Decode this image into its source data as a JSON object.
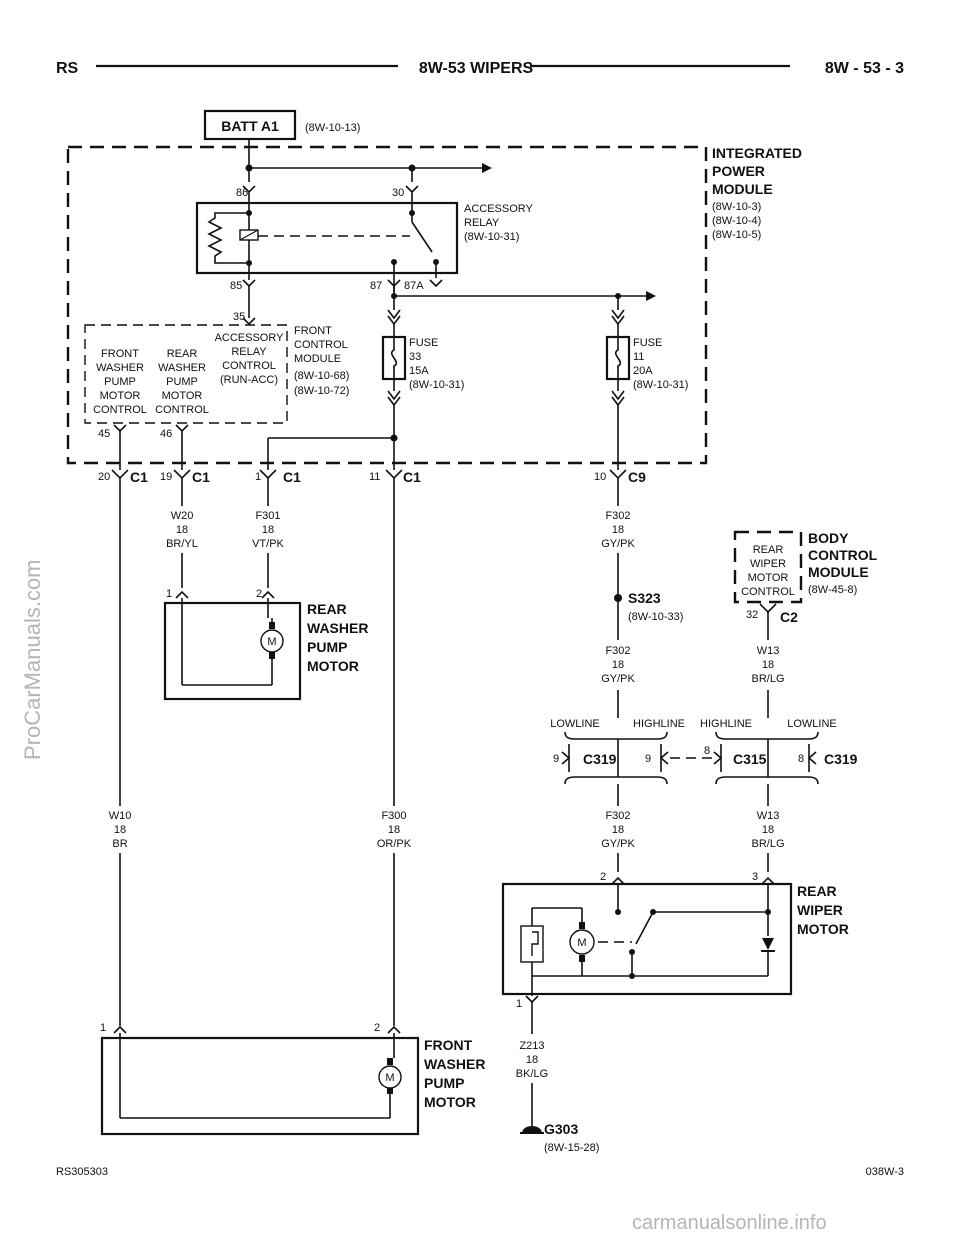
{
  "header": {
    "left": "RS",
    "center": "8W-53 WIPERS",
    "right": "8W - 53 - 3"
  },
  "footer": {
    "left": "RS305303",
    "right": "038W-3"
  },
  "watermarks": {
    "left": "ProCarManuals.com",
    "bottom": "carmanualsonline.info"
  },
  "batt": {
    "label": "BATT A1",
    "ref": "(8W-10-13)"
  },
  "ipm": {
    "name1": "INTEGRATED",
    "name2": "POWER",
    "name3": "MODULE",
    "ref1": "(8W-10-3)",
    "ref2": "(8W-10-4)",
    "ref3": "(8W-10-5)"
  },
  "relay": {
    "name1": "ACCESSORY",
    "name2": "RELAY",
    "ref": "(8W-10-31)",
    "pin86": "86",
    "pin30": "30",
    "pin85": "85",
    "pin87": "87",
    "pin87a": "87A"
  },
  "fcm": {
    "name1": "FRONT",
    "name2": "CONTROL",
    "name3": "MODULE",
    "ref1": "(8W-10-68)",
    "ref2": "(8W-10-72)",
    "pin35": "35",
    "acc": [
      "ACCESSORY",
      "RELAY",
      "CONTROL",
      "(RUN-ACC)"
    ],
    "fw": [
      "FRONT",
      "WASHER",
      "PUMP",
      "MOTOR",
      "CONTROL"
    ],
    "rw": [
      "REAR",
      "WASHER",
      "PUMP",
      "MOTOR",
      "CONTROL"
    ],
    "pin45": "45",
    "pin46": "46"
  },
  "fuse33": [
    "FUSE",
    "33",
    "15A",
    "(8W-10-31)"
  ],
  "fuse11": [
    "FUSE",
    "11",
    "20A",
    "(8W-10-31)"
  ],
  "connectors": {
    "c1a": {
      "pin": "20",
      "name": "C1"
    },
    "c1b": {
      "pin": "19",
      "name": "C1"
    },
    "c1c": {
      "pin": "1",
      "name": "C1"
    },
    "c1d": {
      "pin": "11",
      "name": "C1"
    },
    "c9": {
      "pin": "10",
      "name": "C9"
    },
    "c2": {
      "pin": "32",
      "name": "C2"
    },
    "c319a": {
      "pin1": "9",
      "name": "C319",
      "pin2": "9"
    },
    "c315": {
      "pin": "8",
      "name": "C315"
    },
    "c319b": {
      "pin": "8",
      "name": "C319"
    }
  },
  "wires": {
    "w20": [
      "W20",
      "18",
      "BR/YL"
    ],
    "f301": [
      "F301",
      "18",
      "VT/PK"
    ],
    "f302a": [
      "F302",
      "18",
      "GY/PK"
    ],
    "f302b": [
      "F302",
      "18",
      "GY/PK"
    ],
    "f302c": [
      "F302",
      "18",
      "GY/PK"
    ],
    "w13a": [
      "W13",
      "18",
      "BR/LG"
    ],
    "w13b": [
      "W13",
      "18",
      "BR/LG"
    ],
    "w10": [
      "W10",
      "18",
      "BR"
    ],
    "f300": [
      "F300",
      "18",
      "OR/PK"
    ],
    "z213": [
      "Z213",
      "18",
      "BK/LG"
    ]
  },
  "splice": {
    "name": "S323",
    "ref": "(8W-10-33)"
  },
  "bcm": {
    "name1": "BODY",
    "name2": "CONTROL",
    "name3": "MODULE",
    "ref": "(8W-45-8)",
    "inner": [
      "REAR",
      "WIPER",
      "MOTOR",
      "CONTROL"
    ]
  },
  "rear_washer": {
    "name1": "REAR",
    "name2": "WASHER",
    "name3": "PUMP",
    "name4": "MOTOR",
    "pin1": "1",
    "pin2": "2",
    "m": "M"
  },
  "lines": {
    "lowline1": "LOWLINE",
    "highline1": "HIGHLINE",
    "highline2": "HIGHLINE",
    "lowline2": "LOWLINE"
  },
  "rear_wiper": {
    "name1": "REAR",
    "name2": "WIPER",
    "name3": "MOTOR",
    "pin2": "2",
    "pin3": "3",
    "pin1": "1",
    "m": "M"
  },
  "front_washer": {
    "name1": "FRONT",
    "name2": "WASHER",
    "name3": "PUMP",
    "name4": "MOTOR",
    "pin1": "1",
    "pin2": "2",
    "m": "M"
  },
  "ground": {
    "name": "G303",
    "ref": "(8W-15-28)"
  }
}
